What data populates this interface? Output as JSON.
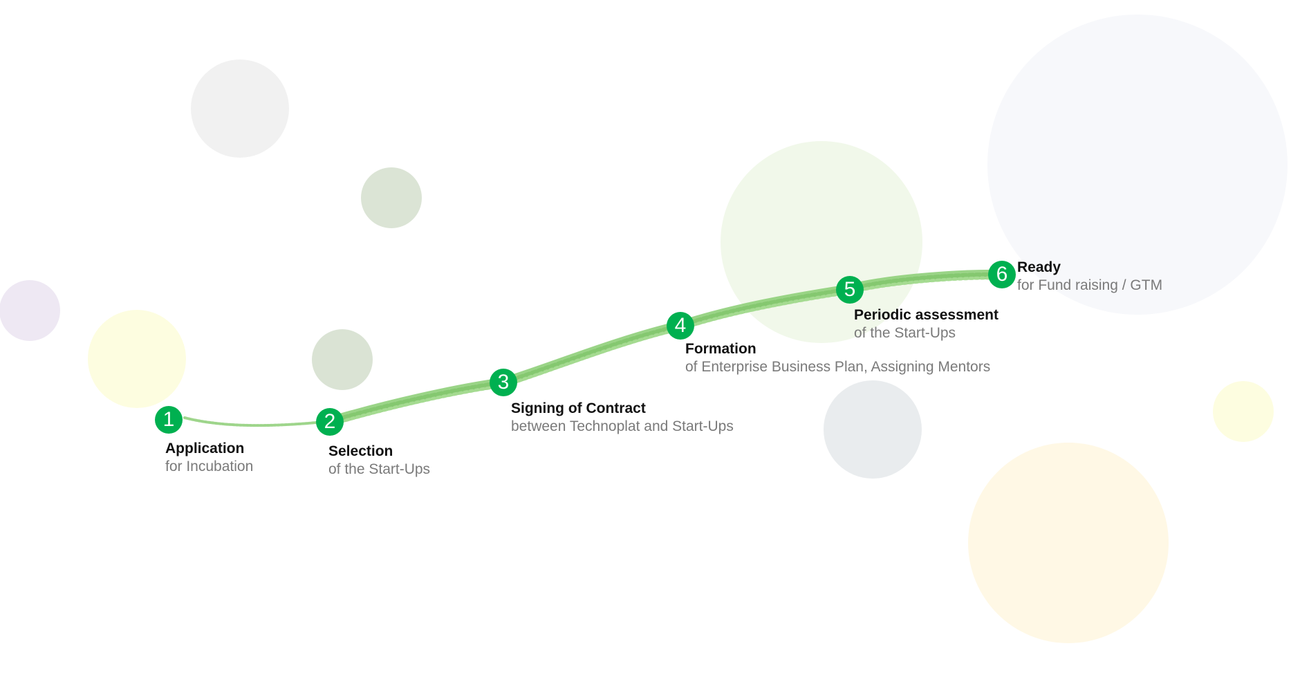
{
  "colors": {
    "marker": "#00b050",
    "path": "#8fcf7a"
  },
  "steps": [
    {
      "number": "1",
      "title": "Application",
      "subtitle": "for Incubation"
    },
    {
      "number": "2",
      "title": "Selection",
      "subtitle": "of the Start-Ups"
    },
    {
      "number": "3",
      "title": "Signing of Contract",
      "subtitle": "between Technoplat and Start-Ups"
    },
    {
      "number": "4",
      "title": "Formation",
      "subtitle": "of Enterprise Business Plan, Assigning Mentors"
    },
    {
      "number": "5",
      "title": "Periodic assessment",
      "subtitle": "of the Start-Ups"
    },
    {
      "number": "6",
      "title": "Ready",
      "subtitle": "for Fund raising / GTM"
    }
  ]
}
